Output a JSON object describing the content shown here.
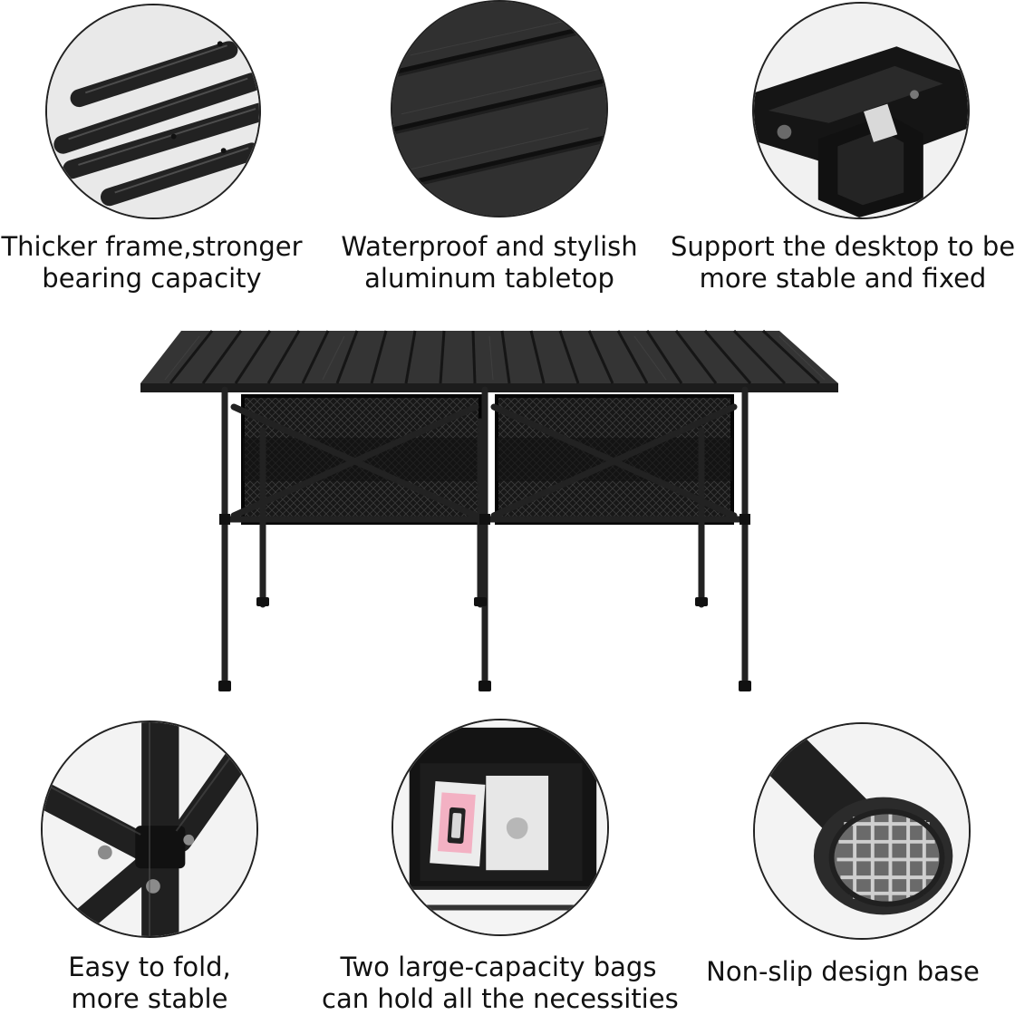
{
  "features": [
    {
      "id": "frame",
      "icon": "frame-tubes-icon",
      "lines": [
        "Thicker frame,stronger",
        "bearing capacity"
      ]
    },
    {
      "id": "tabletop",
      "icon": "aluminum-slats-icon",
      "lines": [
        "Waterproof and stylish",
        "aluminum tabletop"
      ]
    },
    {
      "id": "support",
      "icon": "desktop-bracket-icon",
      "lines": [
        "Support the desktop to be",
        "more stable and fixed"
      ]
    },
    {
      "id": "fold",
      "icon": "folding-joint-icon",
      "lines": [
        "Easy to fold,",
        "more stable"
      ]
    },
    {
      "id": "bags",
      "icon": "storage-bag-icon",
      "lines": [
        "Two large-capacity bags",
        "can hold all the necessities"
      ]
    },
    {
      "id": "base",
      "icon": "non-slip-foot-icon",
      "lines": [
        "Non-slip design base"
      ]
    }
  ],
  "product": {
    "image": "folding-aluminum-table"
  },
  "colors": {
    "background": "#ffffff",
    "text": "#111111",
    "metal": "#2f2f2f",
    "tabletop": "#3a3a3a",
    "mesh": "#161616"
  }
}
